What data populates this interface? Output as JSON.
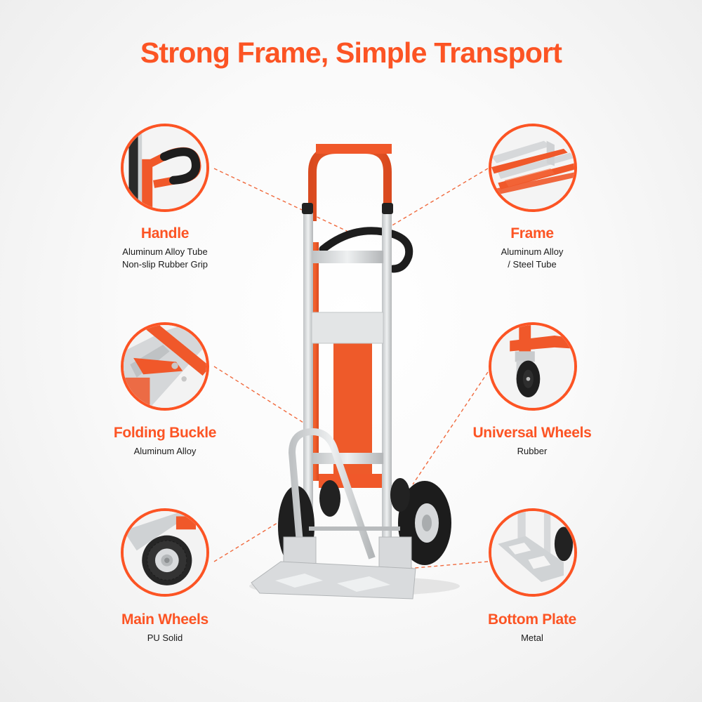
{
  "title": "Strong Frame, Simple Transport",
  "accent_color": "#fc5424",
  "features": [
    {
      "name": "Handle",
      "lines": [
        "Aluminum Alloy Tube",
        "Non-slip Rubber Grip"
      ],
      "icon": "handle-closeup"
    },
    {
      "name": "Frame",
      "lines": [
        "Aluminum Alloy",
        "/ Steel Tube"
      ],
      "icon": "frame-closeup"
    },
    {
      "name": "Folding Buckle",
      "lines": [
        "Aluminum Alloy"
      ],
      "icon": "folding-buckle-closeup"
    },
    {
      "name": "Universal Wheels",
      "lines": [
        "Rubber"
      ],
      "icon": "caster-wheel-closeup"
    },
    {
      "name": "Main Wheels",
      "lines": [
        "PU Solid"
      ],
      "icon": "main-wheel-closeup"
    },
    {
      "name": "Bottom Plate",
      "lines": [
        "Metal"
      ],
      "icon": "bottom-plate-closeup"
    }
  ],
  "product": {
    "name": "hand-truck",
    "colors": {
      "frame": "#f0582a",
      "aluminum": "#d9dbdc",
      "rubber": "#1c1c1c"
    }
  }
}
